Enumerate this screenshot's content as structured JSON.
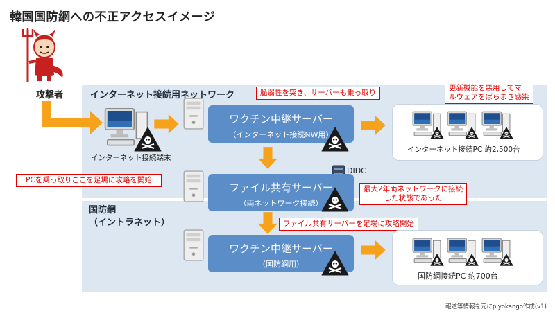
{
  "title": "韓国国防網への不正アクセスイメージ",
  "attacker_label": "攻撃者",
  "zones": {
    "internet": "インターネット接続用ネットワーク",
    "defense_line1": "国防網",
    "defense_line2": "（イントラネット）"
  },
  "terminal_label": "インターネット接続端末",
  "servers": {
    "vaccine_internet": {
      "line1": "ワクチン中継サーバー",
      "line2": "（インターネット接続NW用）"
    },
    "file_share": {
      "line1": "ファイル共有サーバー",
      "line2": "（両ネットワーク接続）"
    },
    "vaccine_defense": {
      "line1": "ワクチン中継サーバー",
      "line2": "（国防網用）"
    }
  },
  "didc_label": "DIDC",
  "pc_groups": {
    "internet": "インターネット接続PC 約2,500台",
    "defense": "国防網接続PC 約700台"
  },
  "callouts": {
    "vuln": "脆弱性を突き、サーバーも乗っ取り",
    "update_line1": "更新機能を悪用してマ",
    "update_line2": "ルウェアをばらまき感染",
    "foothold": "PCを乗っ取りここを足場に攻略を開始",
    "two_years_line1": "最大2年両ネットワークに接続",
    "two_years_line2": "した状態であった",
    "file_attack": "ファイル共有サーバーを足場に攻略開始"
  },
  "footnote": "報道等情報を元にpiyokango作成(v1)",
  "colors": {
    "zone_bg": "#dde7f1",
    "server_box": "#5b8ec8",
    "arrow_orange": "#f7a21b",
    "callout_red": "#e00000"
  }
}
